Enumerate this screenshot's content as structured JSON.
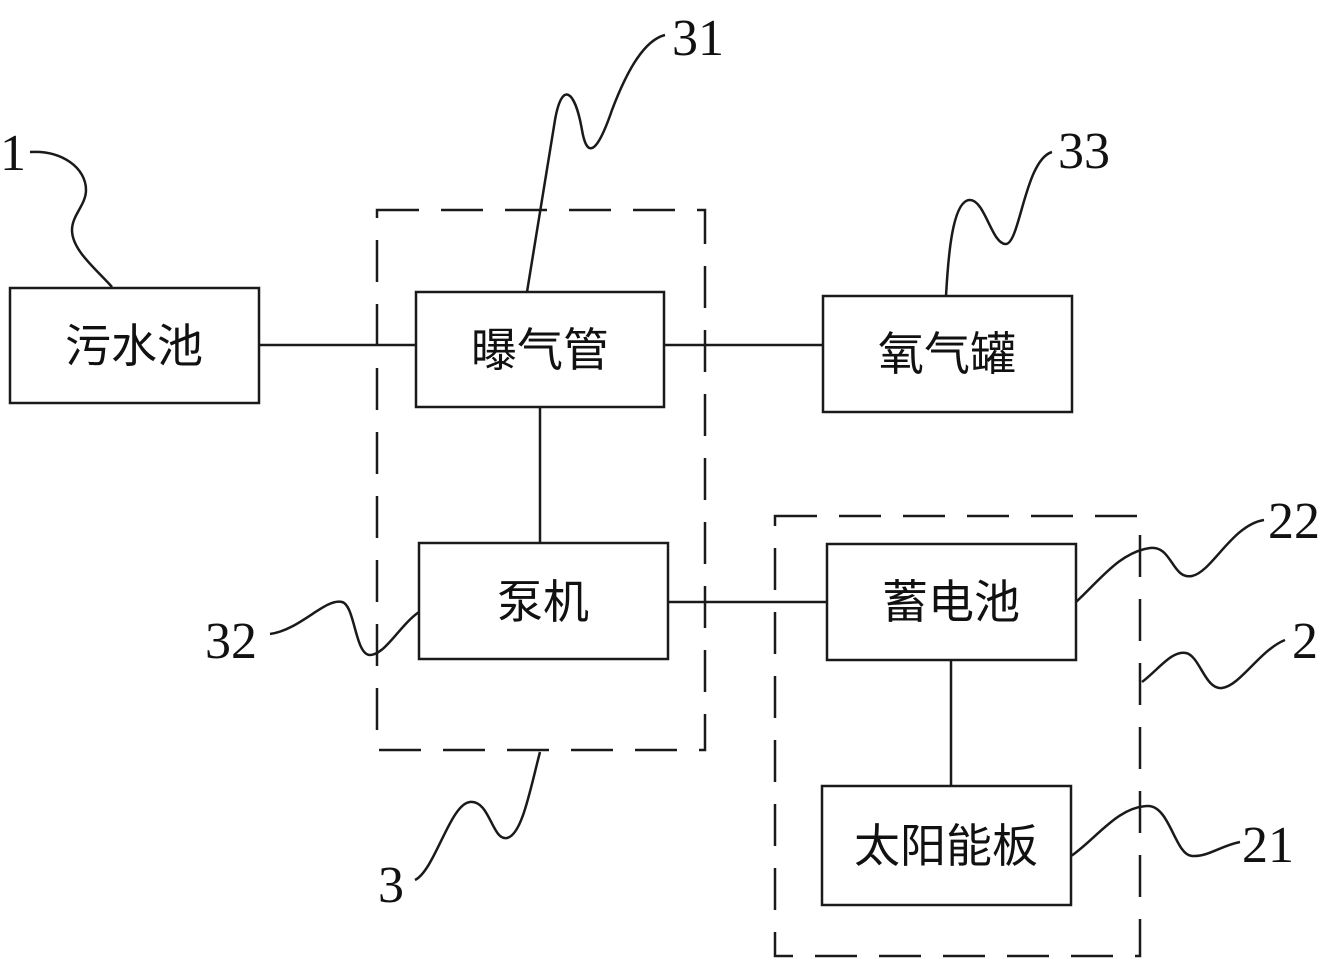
{
  "diagram": {
    "boxes": {
      "sewage_tank": "污水池",
      "aeration_pipe": "曝气管",
      "oxygen_tank": "氧气罐",
      "pump": "泵机",
      "battery": "蓄电池",
      "solar_panel": "太阳能板"
    },
    "refs": {
      "r1": "1",
      "r2": "2",
      "r3": "3",
      "r21": "21",
      "r22": "22",
      "r31": "31",
      "r32": "32",
      "r33": "33"
    }
  }
}
